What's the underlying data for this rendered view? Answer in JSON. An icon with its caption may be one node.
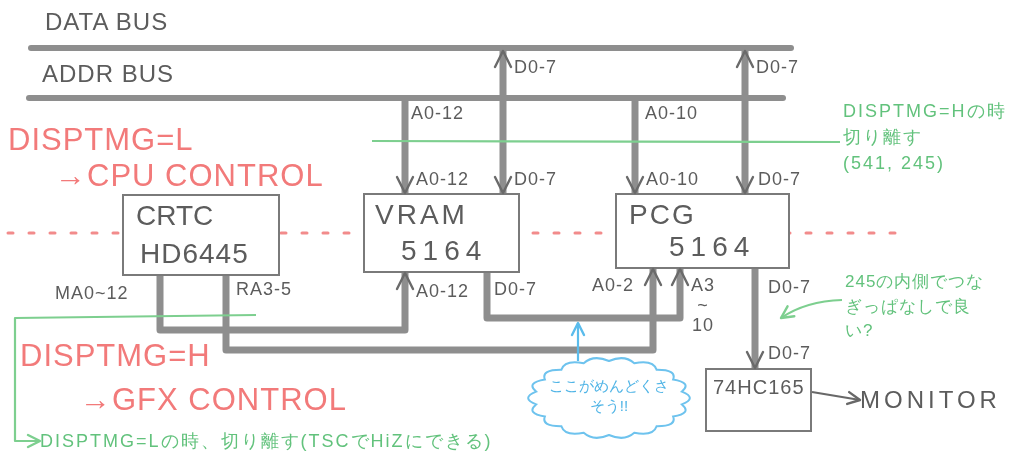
{
  "diagram": {
    "nodes": [
      {
        "text": [
          "DATA BUS"
        ]
      },
      {
        "text": [
          "ADDR BUS"
        ]
      },
      {
        "text": [
          "DISPTMG=Hの時切り離す",
          "(541, 245)"
        ]
      },
      {
        "text": [
          "CRTC",
          "HD6445"
        ]
      },
      {
        "text": [
          "VRAM",
          "5164"
        ]
      },
      {
        "text": [
          "PCG",
          "5164"
        ]
      },
      {
        "text": [
          "245の内側でつなぎっぱなしで良い?"
        ]
      },
      {
        "text": [
          "ここがめんどくさそう!!"
        ]
      },
      {
        "text": [
          "74HC165"
        ]
      },
      {
        "text": [
          "MONITOR"
        ]
      },
      {
        "text": [
          "DISPTMG=Lの時、切り離す(TSCでHiZにできる)"
        ]
      }
    ],
    "edges": [
      {
        "from": 0,
        "to": 4,
        "arrow": "both"
      },
      {
        "from": 0,
        "to": 5,
        "arrow": "both"
      },
      {
        "from": 1,
        "to": 4,
        "arrow": "to"
      },
      {
        "from": 1,
        "to": 5,
        "arrow": "to"
      },
      {
        "from": 3,
        "to": 4,
        "arrow": "to"
      },
      {
        "from": 3,
        "to": 5,
        "arrow": "to"
      },
      {
        "from": 4,
        "to": 5,
        "arrow": "to"
      },
      {
        "from": 5,
        "to": 8,
        "arrow": "to"
      },
      {
        "from": 8,
        "to": 9,
        "arrow": "to",
        "color": "#686868"
      },
      {
        "from": 2,
        "to": null,
        "arrow": "none",
        "color": "#7dcf8f"
      },
      {
        "from": 6,
        "to": null,
        "arrow": "to",
        "color": "#7dcf8f"
      },
      {
        "from": 7,
        "to": null,
        "arrow": "to",
        "color": "#5bbcec"
      },
      {
        "from": null,
        "to": 10,
        "arrow": "to",
        "color": "#7dcf8f"
      }
    ],
    "labels": [
      "D0-7",
      "D0-7",
      "A0-12",
      "A0-10",
      "DISPTMG=L",
      "→CPU CONTROL",
      "A0-12",
      "D0-7",
      "A0-10",
      "D0-7",
      "MA0~12",
      "RA3-5",
      "A0-12",
      "D0-7",
      "A0-2",
      "A3 ~ 10",
      "D0-7",
      "DISPTMG=H",
      "D0-7",
      "→GFX CONTROL"
    ]
  }
}
